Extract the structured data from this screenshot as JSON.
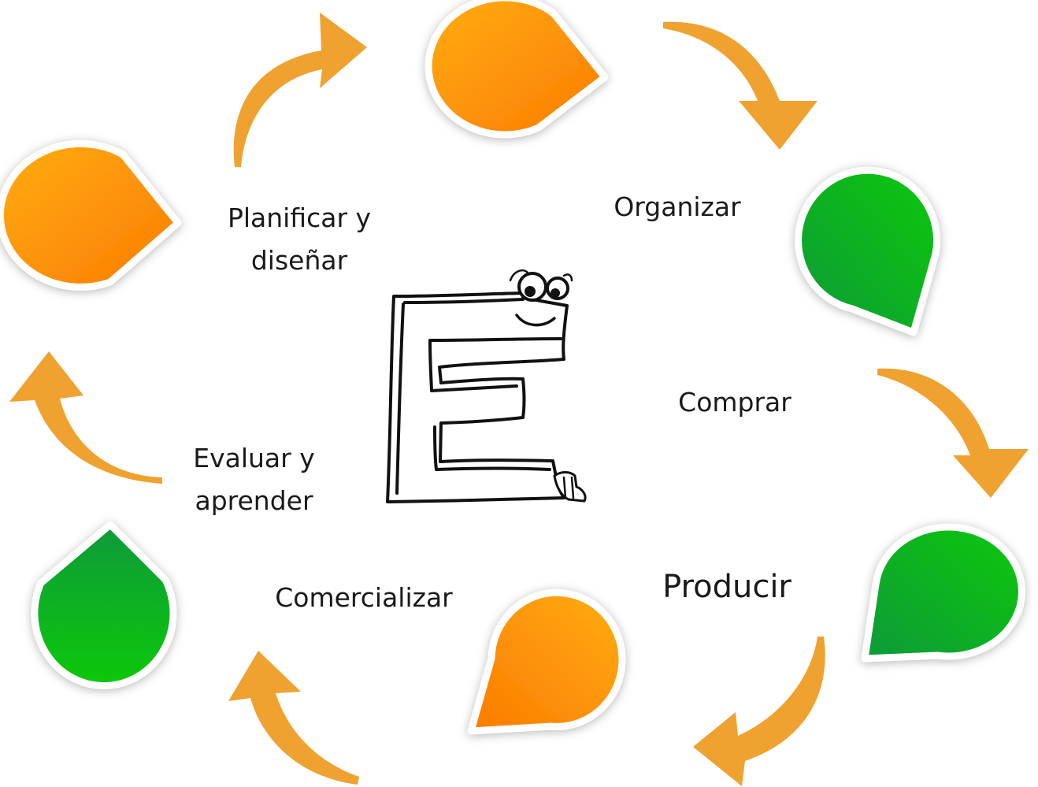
{
  "cycle": {
    "steps": [
      {
        "id": "planificar",
        "lines": [
          "Planificar y",
          "diseñar"
        ],
        "drop_color": "orange"
      },
      {
        "id": "organizar",
        "lines": [
          "Organizar"
        ],
        "drop_color": "green"
      },
      {
        "id": "comprar",
        "lines": [
          "Comprar"
        ],
        "drop_color": "green"
      },
      {
        "id": "producir",
        "lines": [
          "Producir"
        ],
        "drop_color": "orange"
      },
      {
        "id": "comercializar",
        "lines": [
          "Comercializar"
        ],
        "drop_color": "green"
      },
      {
        "id": "evaluar",
        "lines": [
          "Evaluar y",
          "aprender"
        ],
        "drop_color": "orange"
      }
    ],
    "arrow_count": 6,
    "center_letter": "E"
  },
  "colors": {
    "orange_light": "#ffad14",
    "orange_dark": "#fb7b00",
    "green_light": "#0cc80a",
    "green_dark": "#0a9a3a",
    "arrow": "#efa230",
    "text": "#1a1a1a"
  }
}
